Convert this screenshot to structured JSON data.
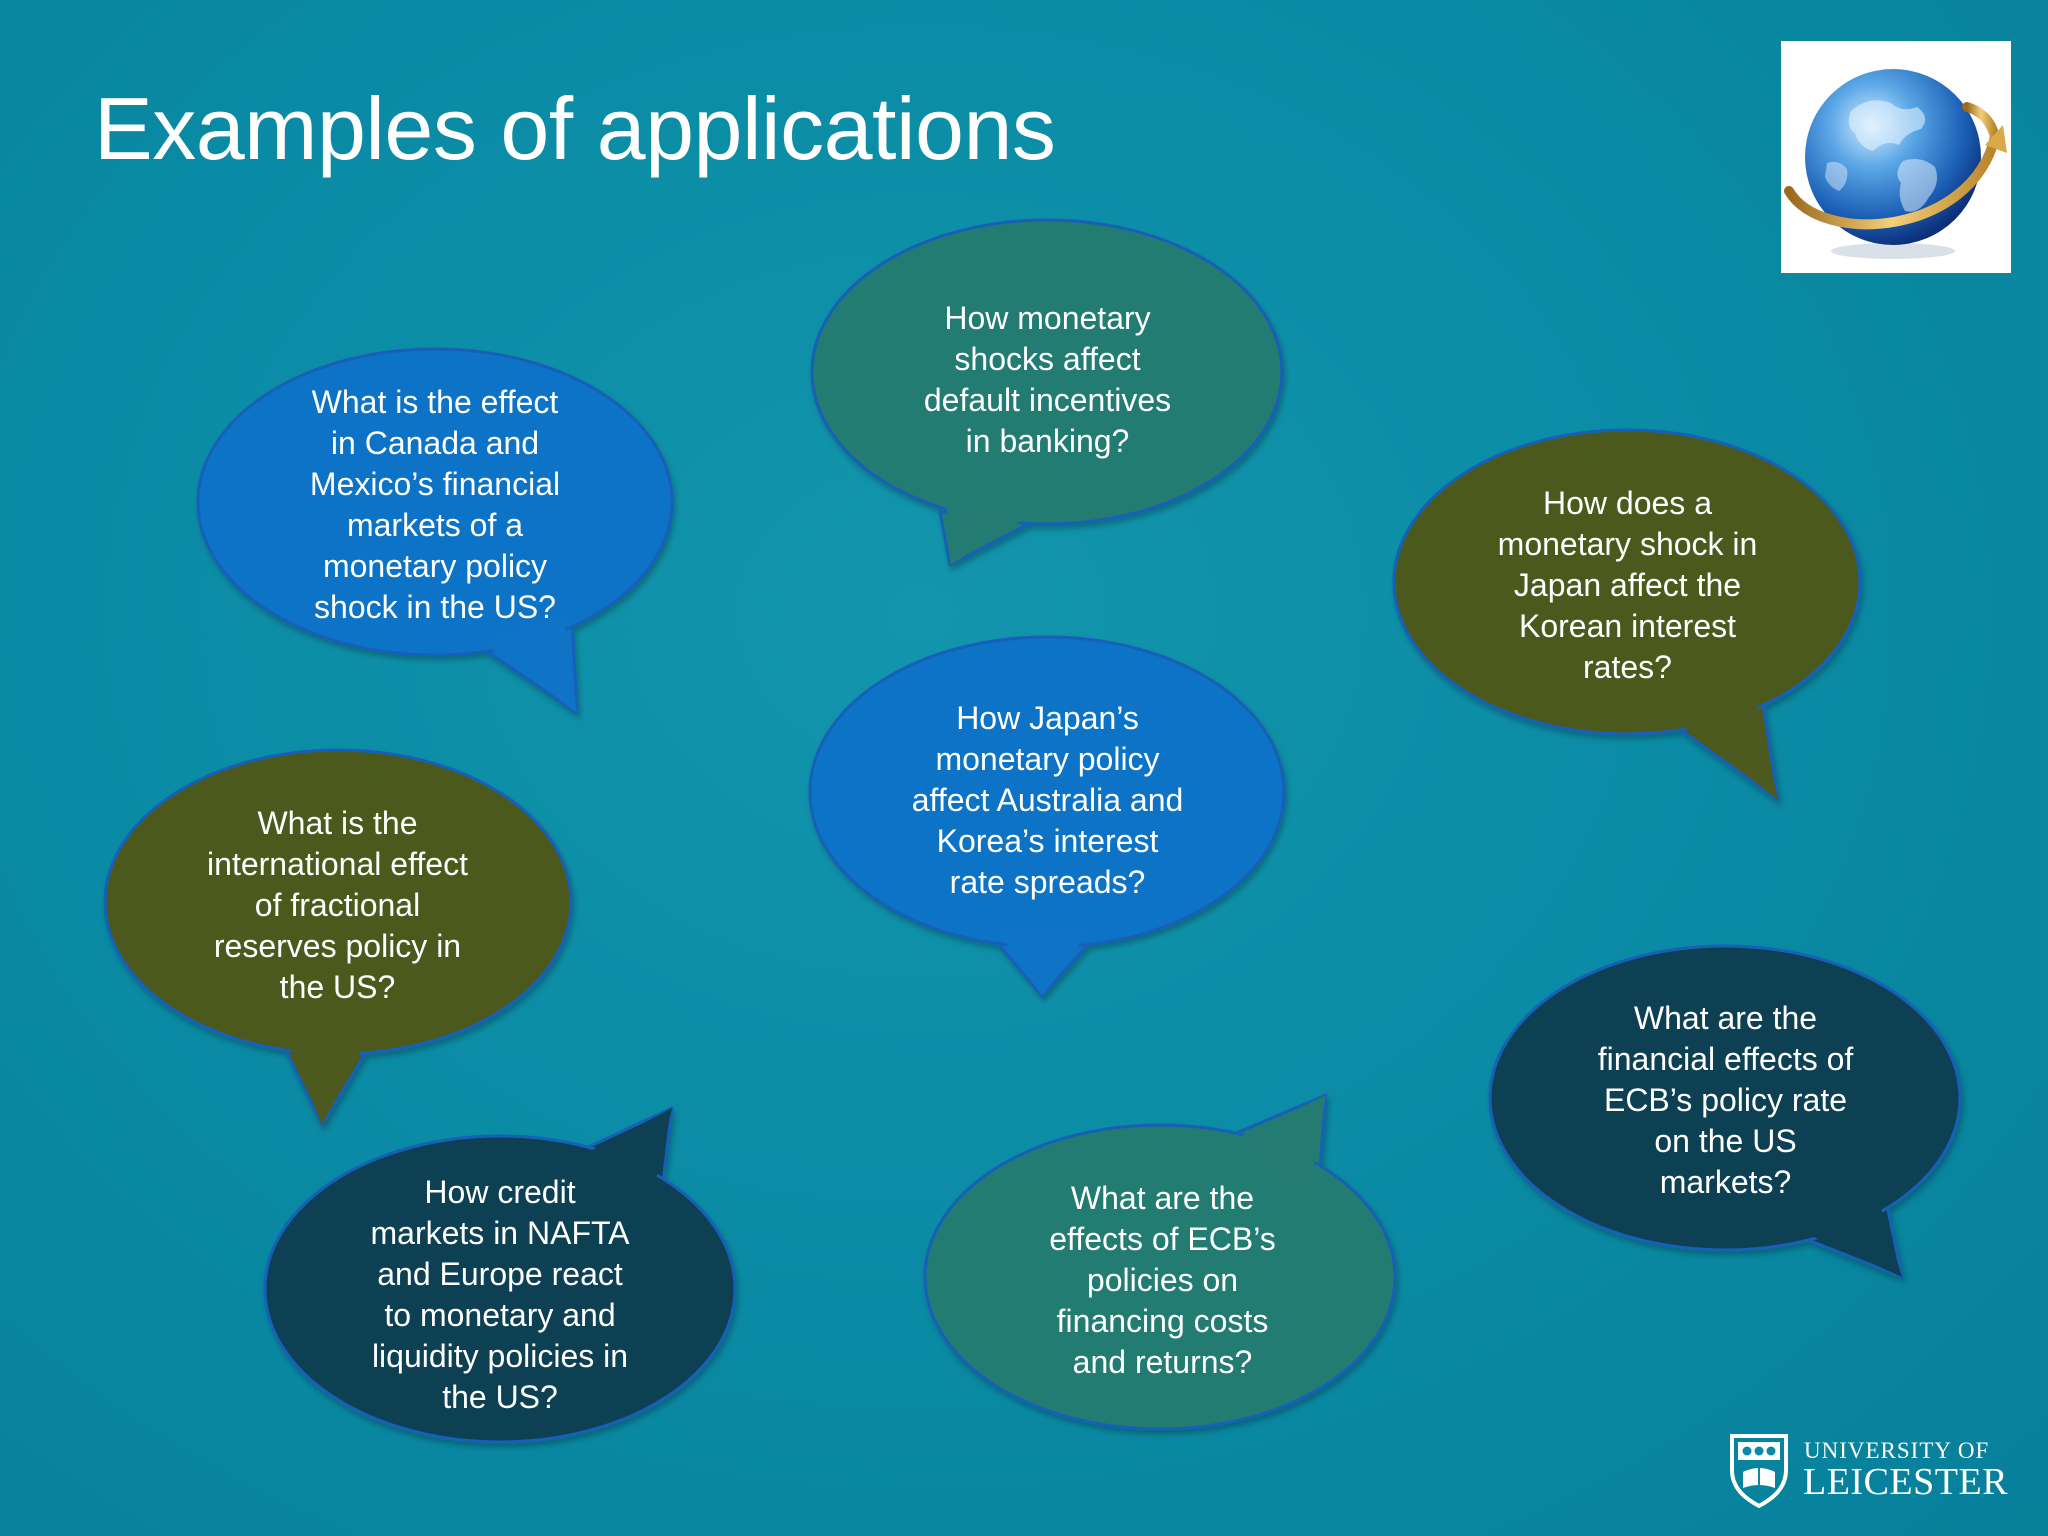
{
  "slide": {
    "title": "Examples of applications"
  },
  "colors": {
    "background": "#0a8aa4",
    "blue": "#0f73c6",
    "teal": "#237b72",
    "olive": "#4c5a1f",
    "dark_teal": "#0d4052",
    "bubble_outline": "#1760b8",
    "text": "#ffffff"
  },
  "bubbles": [
    {
      "text": "How monetary\nshocks affect\ndefault incentives\nin banking?",
      "color": "teal"
    },
    {
      "text": "What is the effect\nin Canada and\nMexico’s financial\nmarkets of a\nmonetary policy\nshock in the US?",
      "color": "blue"
    },
    {
      "text": "How does a\nmonetary shock in\nJapan affect the\nKorean interest\nrates?",
      "color": "olive"
    },
    {
      "text": "How Japan’s\nmonetary policy\naffect Australia and\nKorea’s interest\nrate spreads?",
      "color": "blue"
    },
    {
      "text": "What is the\ninternational effect\nof fractional\nreserves policy in\nthe US?",
      "color": "olive"
    },
    {
      "text": "What are the\nfinancial effects of\nECB’s policy rate\non the US\nmarkets?",
      "color": "dark_teal"
    },
    {
      "text": "How credit\nmarkets in NAFTA\nand Europe react\nto monetary and\nliquidity policies in\nthe US?",
      "color": "dark_teal"
    },
    {
      "text": "What are the\neffects of ECB’s\npolicies on\nfinancing costs\nand returns?",
      "color": "teal"
    }
  ],
  "icons": {
    "globe": "globe-icon",
    "university_crest": "university-crest-icon"
  },
  "logo": {
    "line1": "UNIVERSITY OF",
    "line2": "LEICESTER"
  }
}
